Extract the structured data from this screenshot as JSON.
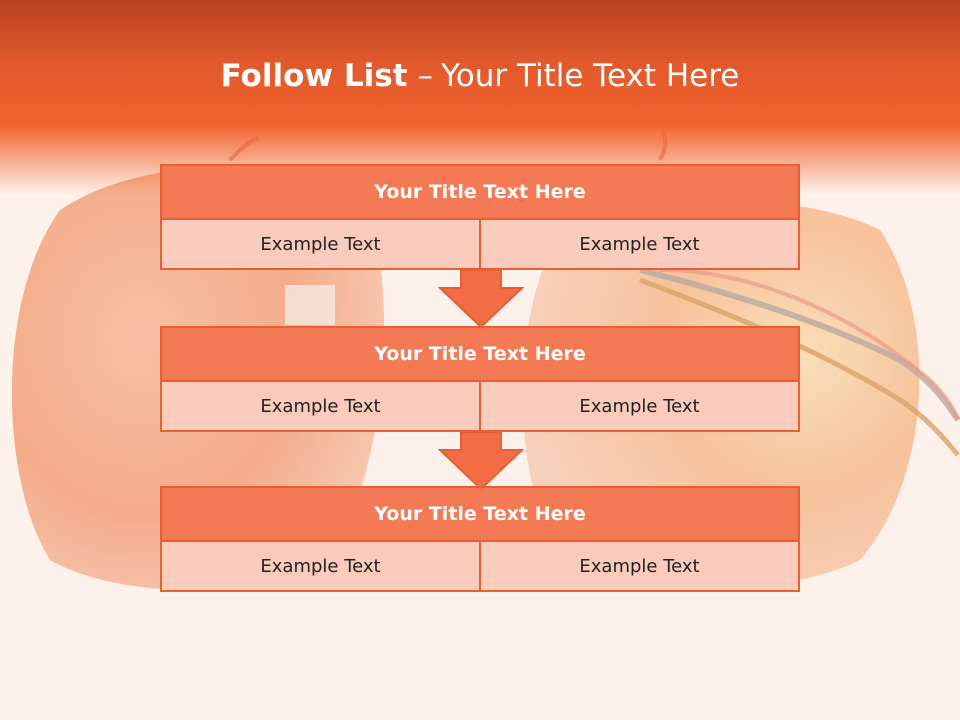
{
  "title": {
    "bold": "Follow List",
    "separator": "–",
    "rest": "Your Title Text Here"
  },
  "blocks": [
    {
      "title": "Your Title Text Here",
      "left": "Example Text",
      "right": "Example Text"
    },
    {
      "title": "Your Title Text Here",
      "left": "Example Text",
      "right": "Example Text"
    },
    {
      "title": "Your Title Text Here",
      "left": "Example Text",
      "right": "Example Text"
    }
  ],
  "colors": {
    "header_top": "#b8421e",
    "header_band": "#f2642e",
    "block_title_fill": "#f47a55",
    "cell_fill": "#f9cbbd",
    "border": "#ea5e33",
    "arrow": "#f26d46"
  },
  "icons": {
    "flow_arrow": "down-arrow-icon",
    "background": "apples-with-wires-image"
  }
}
